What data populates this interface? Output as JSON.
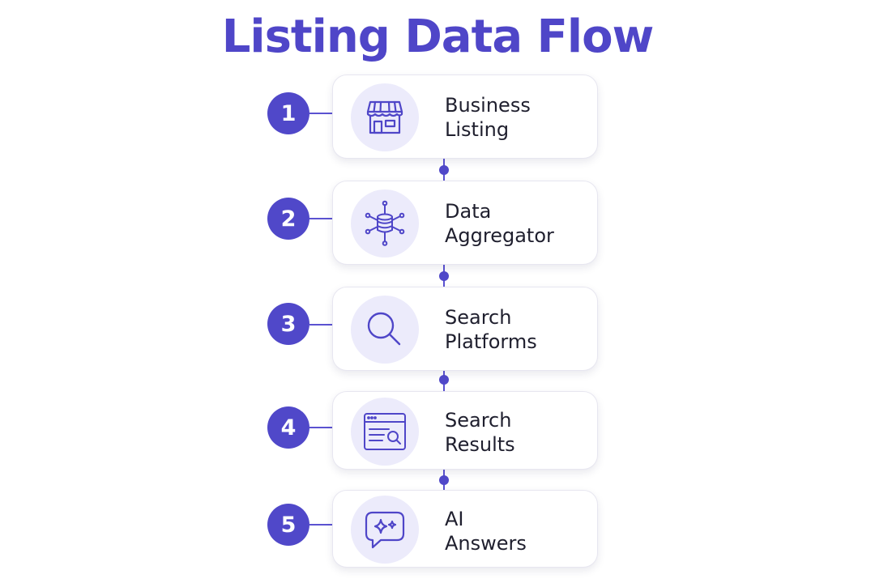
{
  "title": "Listing Data Flow",
  "colors": {
    "accent": "#5048c9",
    "icon_bg": "#ecebfb",
    "text": "#1f1f2e"
  },
  "steps": [
    {
      "number": "1",
      "line1": "Business",
      "line2": "Listing",
      "icon": "storefront-icon"
    },
    {
      "number": "2",
      "line1": "Data",
      "line2": "Aggregator",
      "icon": "database-network-icon"
    },
    {
      "number": "3",
      "line1": "Search",
      "line2": "Platforms",
      "icon": "magnifier-icon"
    },
    {
      "number": "4",
      "line1": "Search",
      "line2": "Results",
      "icon": "browser-search-icon"
    },
    {
      "number": "5",
      "line1": "AI",
      "line2": "Answers",
      "icon": "chat-sparkle-icon"
    }
  ]
}
